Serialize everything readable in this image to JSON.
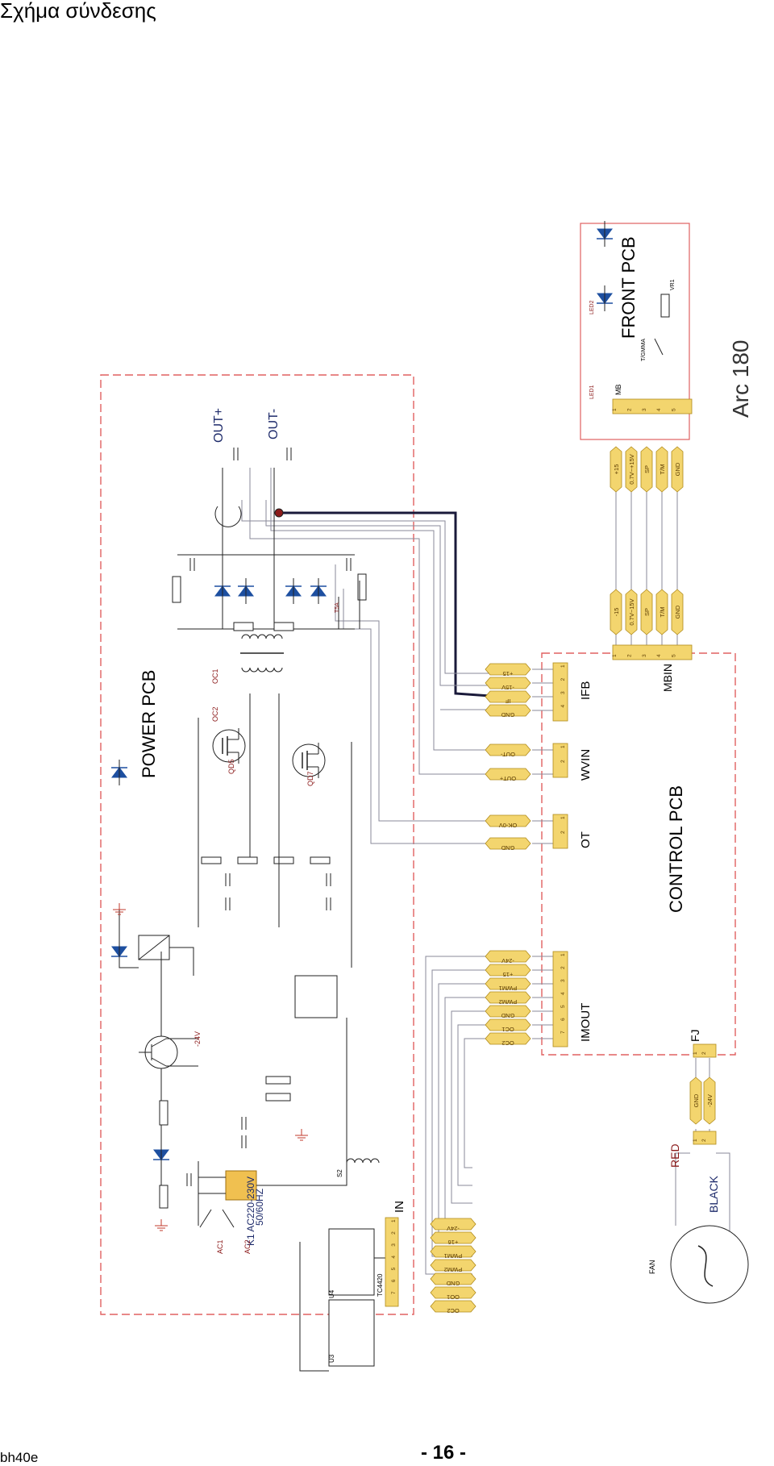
{
  "page": {
    "title": "Σχήμα σύνδεσης",
    "page_number": "- 16 -",
    "footer_code": "bh40e"
  },
  "colors": {
    "border": "#e06060",
    "wire": "#222222",
    "wire_light": "#8a8a9a",
    "connector_fill": "#f3d56e",
    "connector_stroke": "#b08a1a",
    "diode": "#1d4fa0",
    "main_wire": "#1a1a3a"
  },
  "diagram": {
    "product": "Arc 180",
    "boards": {
      "power": "POWER PCB",
      "control": "CONTROL PCB",
      "front": "FRONT PCB"
    },
    "terminals": {
      "out_plus": "OUT+",
      "out_minus": "OUT-"
    },
    "control_connectors": {
      "ifb": "IFB",
      "wvin": "WVIN",
      "ot": "OT",
      "imout": "IMOUT",
      "mbin": "MBIN",
      "fj": "FJ",
      "in": "IN",
      "mb": "MB"
    },
    "ifb_labels": [
      "+15",
      "-15V",
      "IF",
      "GND"
    ],
    "wvin_labels": [
      "OUT-",
      "OUT+"
    ],
    "ot_labels": [
      "OK-0V",
      "GND"
    ],
    "imout_labels": [
      "-24V",
      "+15",
      "PWM1",
      "PWM2",
      "GND",
      "OC1",
      "OC2"
    ],
    "in_labels": [
      "-24V",
      "+16",
      "PWM1",
      "PWM2",
      "GND",
      "OO1",
      "OC2"
    ],
    "mbin_labels": [
      "-15",
      "0.7V~15V",
      "SP",
      "T/M",
      "GND"
    ],
    "mb_labels": [
      "+15",
      "0.7V~+15V",
      "SP",
      "T/M",
      "GND"
    ],
    "fan_labels": [
      "GND",
      "-24V"
    ],
    "fan": {
      "name": "FAN",
      "wire_red": "RED",
      "wire_black": "BLACK"
    },
    "power_components": {
      "k1": "K1 AC220-230V",
      "freq": "50/60HZ",
      "ac1": "AC1",
      "ac2": "AC2",
      "q5": "QD5",
      "q7": "QD7",
      "oc1": "OC1",
      "oc2": "OC2",
      "chip": "TC4420",
      "u3": "U3",
      "u4": "U4",
      "transformer": "S2",
      "v24": "-24V",
      "t5a": "T5A"
    },
    "front_components": {
      "led1": "LED1",
      "led2": "LED2",
      "pot": "VR1",
      "switch": "T/GMMA"
    }
  }
}
